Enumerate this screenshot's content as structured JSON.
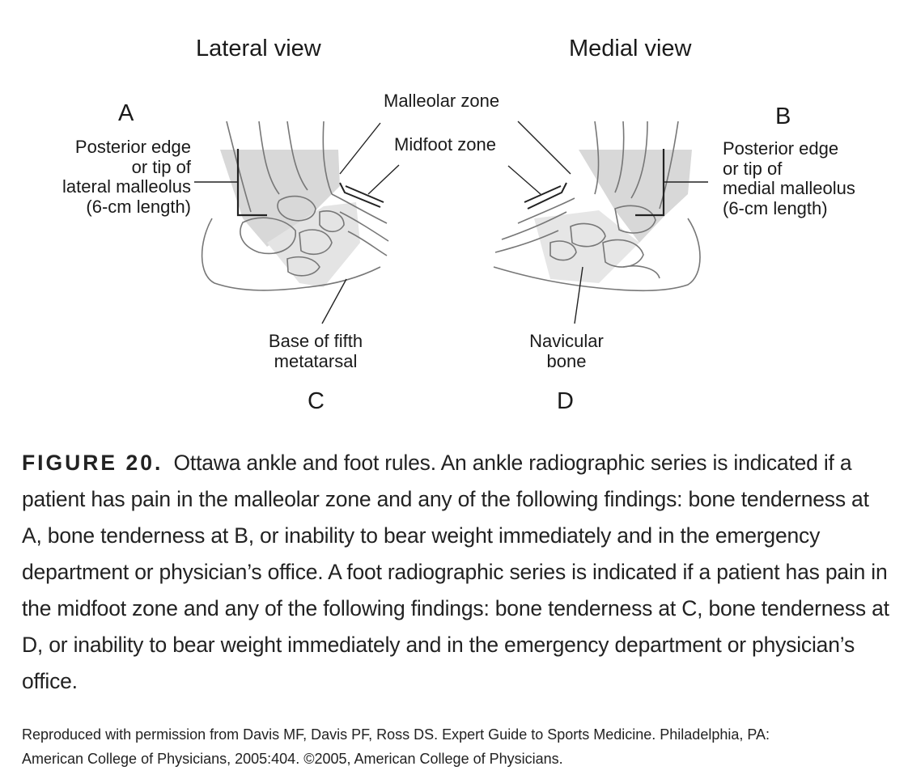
{
  "diagram": {
    "lateral_view": "Lateral view",
    "medial_view": "Medial view",
    "malleolar_zone": "Malleolar zone",
    "midfoot_zone": "Midfoot zone",
    "point_a": {
      "letter": "A",
      "lines": [
        "Posterior edge",
        "or tip of",
        "lateral malleolus",
        "(6-cm length)"
      ]
    },
    "point_b": {
      "letter": "B",
      "lines": [
        "Posterior edge",
        "or tip of",
        "medial malleolus",
        "(6-cm length)"
      ]
    },
    "point_c": {
      "letter": "C",
      "lines": [
        "Base of fifth",
        "metatarsal"
      ]
    },
    "point_d": {
      "letter": "D",
      "lines": [
        "Navicular",
        "bone"
      ]
    }
  },
  "caption": {
    "figure_number": "FIGURE 20.",
    "text": "Ottawa ankle and foot rules. An ankle radiographic series is indicated if a patient has pain in the malleolar zone and any of the following findings: bone tenderness at A, bone tenderness at B, or inability to bear weight immediately and in the emergency department or physician’s office. A foot radiographic series is indicated if a patient has pain in the midfoot zone and any of the following findings: bone tenderness at C, bone tenderness at D, or inability to bear weight immediately and in the emergency department or physician’s office."
  },
  "credit": {
    "line1": "Reproduced with permission from Davis MF, Davis PF, Ross DS. Expert Guide to Sports Medicine. Philadelphia, PA:",
    "line2": "American College of Physicians, 2005:404. ©2005, American College of Physicians."
  }
}
